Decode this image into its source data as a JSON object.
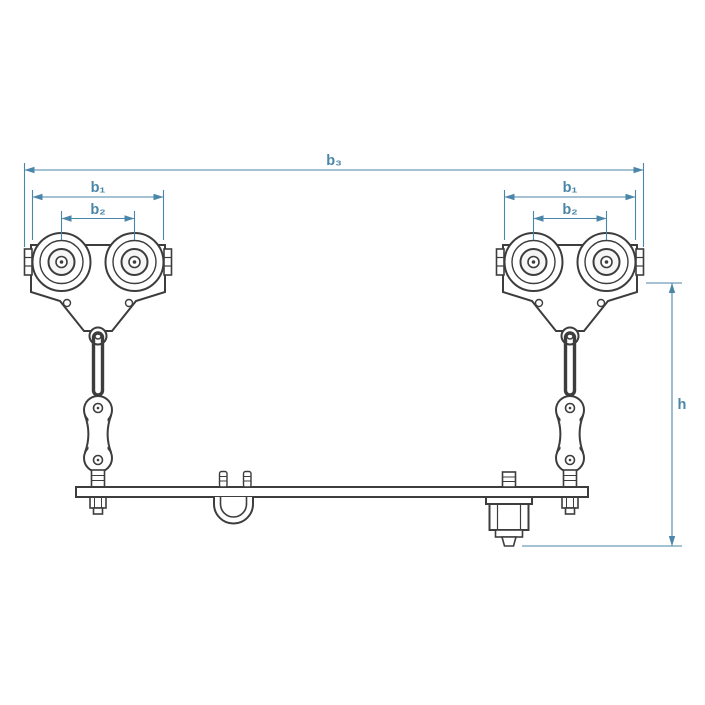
{
  "diagram": {
    "labels": {
      "b3": "b₃",
      "b1_left": "b₁",
      "b2_left": "b₂",
      "b1_right": "b₁",
      "b2_right": "b₂",
      "h": "h"
    },
    "colors": {
      "dimension": "#4a86a8",
      "line": "#3d3d3d",
      "background": "#ffffff"
    }
  }
}
